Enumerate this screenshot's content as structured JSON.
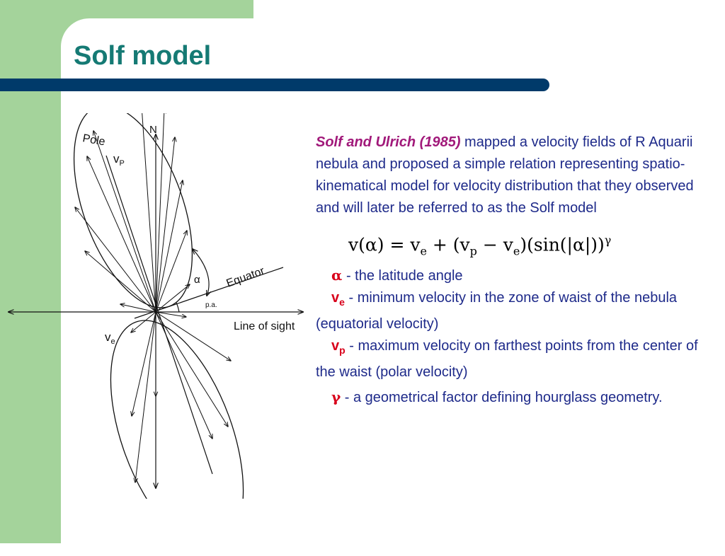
{
  "slide": {
    "title": "Solf model"
  },
  "text": {
    "citation": "Solf and Ulrich (1985)",
    "intro": " mapped a velocity fields of R Aquarii nebula and proposed a simple relation representing spatio-kinematical model for velocity distribution that they observed and will later be referred to as the Solf model"
  },
  "formula": {
    "lhs": "v(α) = v",
    "e1": "e",
    "plus": " + (v",
    "p": "p",
    "minus": " − v",
    "e2": "e",
    "rest": ")(sin(|α|))",
    "exp": "γ"
  },
  "definitions": [
    {
      "symbol": "α",
      "sub": "",
      "text": " -  the latitude angle"
    },
    {
      "symbol": "v",
      "sub": "e",
      "text": " -  minimum velocity in the zone of waist of the nebula (equatorial velocity)"
    },
    {
      "symbol": "v",
      "sub": "p",
      "text": " - maximum velocity on farthest points from the center of the waist (polar velocity)"
    },
    {
      "symbol": "γ",
      "sub": "",
      "text": "  - a geometrical factor defining hourglass geometry."
    }
  ],
  "diagram": {
    "labels": {
      "north": "N",
      "pole": "Pole",
      "vp_v": "v",
      "vp_sub": "P",
      "equator": "Equator",
      "alpha": "α",
      "pa": "p.a.",
      "line_of_sight": "Line of sight",
      "ve_v": "v",
      "ve_sub": "e"
    }
  },
  "colors": {
    "green": "#a4d39b",
    "title": "#157a74",
    "bar": "#003a6a",
    "body_text": "#1e2a8a",
    "citation": "#a1197a",
    "symbol": "#d8001a"
  }
}
